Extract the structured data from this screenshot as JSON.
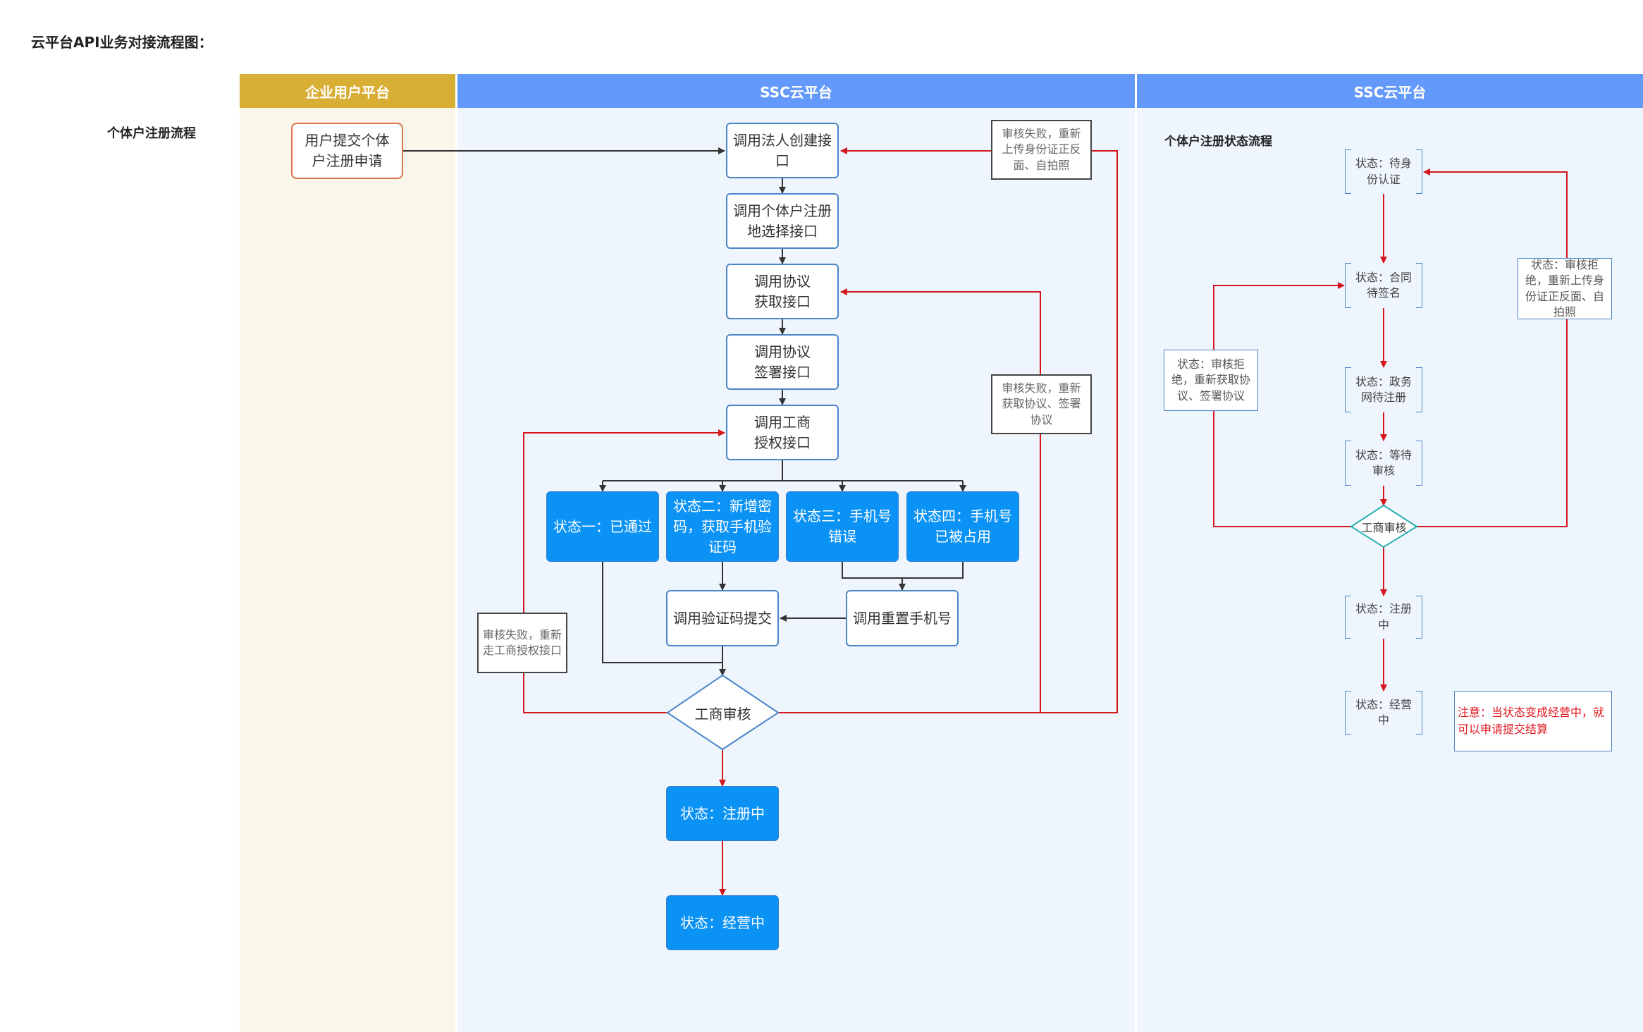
{
  "page_title": "云平台API业务对接流程图：",
  "lanes": {
    "enterprise": "企业用户平台",
    "ssc_main": "SSC云平台",
    "ssc_status": "SSC云平台"
  },
  "row_label": "个体户注册流程",
  "status_flow_title": "个体户注册状态流程",
  "nodes": {
    "user_submit": "用户提交个体户注册申请",
    "create_legal": "调用法人创建接口",
    "select_location": "调用个体户注册地选择接口",
    "get_agreement": "调用协议获取接口",
    "sign_agreement": "调用协议签署接口",
    "business_auth": "调用工商授权接口",
    "state1": "状态一：已通过",
    "state2": "状态二：新增密码，获取手机验证码",
    "state3": "状态三：手机号错误",
    "state4": "状态四：手机号已被占用",
    "submit_code": "调用验证码提交",
    "reset_phone": "调用重置手机号",
    "review": "工商审核",
    "registering": "状态：注册中",
    "operating": "状态：经营中"
  },
  "notes": {
    "reupload_id": "审核失败，重新上传身份证正反面、自拍照",
    "reget_agreement": "审核失败，重新获取协议、签署协议",
    "reauth": "审核失败，重新走工商授权接口"
  },
  "status_flow": {
    "s_id_auth": "状态：待身份认证",
    "s_contract": "状态：合同待签名",
    "s_gov": "状态：政务网待注册",
    "s_wait_review": "状态：等待审核",
    "s_review": "工商审核",
    "s_registering": "状态：注册中",
    "s_operating": "状态：经营中",
    "reject_reupload": "状态：审核拒绝，重新上传身份证正反面、自拍照",
    "reject_agreement": "状态：审核拒绝，重新获取协议、签署协议",
    "tip": "注意：当状态变成经营中，就可以申请提交结算"
  },
  "colors": {
    "lane_enterprise": "#d9ae35",
    "lane_ssc": "#6399fa",
    "body_enterprise": "#faf6ea",
    "body_ssc": "#eff5fd",
    "state_blue": "#0b92f5",
    "arrow_red": "#d5161c",
    "arrow_dark": "#333333"
  }
}
